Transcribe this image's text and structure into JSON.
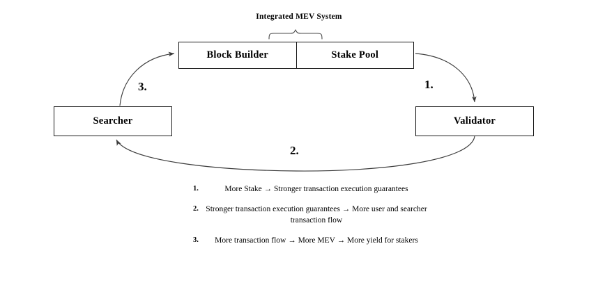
{
  "diagram": {
    "system_title": "Integrated MEV System",
    "nodes": [
      {
        "id": "block-builder",
        "label": "Block Builder"
      },
      {
        "id": "stake-pool",
        "label": "Stake Pool"
      },
      {
        "id": "searcher",
        "label": "Searcher"
      },
      {
        "id": "validator",
        "label": "Validator"
      }
    ],
    "step_markers": [
      {
        "id": "marker-1",
        "label": "1."
      },
      {
        "id": "marker-2",
        "label": "2."
      },
      {
        "id": "marker-3",
        "label": "3."
      }
    ],
    "edges": [
      {
        "id": "edge-1",
        "from": "stake-pool",
        "to": "validator",
        "marker": "1."
      },
      {
        "id": "edge-2",
        "from": "validator",
        "to": "searcher",
        "marker": "2."
      },
      {
        "id": "edge-3",
        "from": "searcher",
        "to": "block-builder",
        "marker": "3."
      }
    ],
    "stroke_color": "#3c3c3c",
    "box_border_color": "#1a1a1a",
    "background_color": "#ffffff"
  },
  "legend": {
    "items": [
      {
        "number": "1.",
        "text": "More Stake → Stronger transaction execution guarantees"
      },
      {
        "number": "2.",
        "text": "Stronger transaction execution guarantees → More user and searcher transaction flow"
      },
      {
        "number": "3.",
        "text": "More transaction flow → More MEV → More yield for stakers"
      }
    ]
  }
}
